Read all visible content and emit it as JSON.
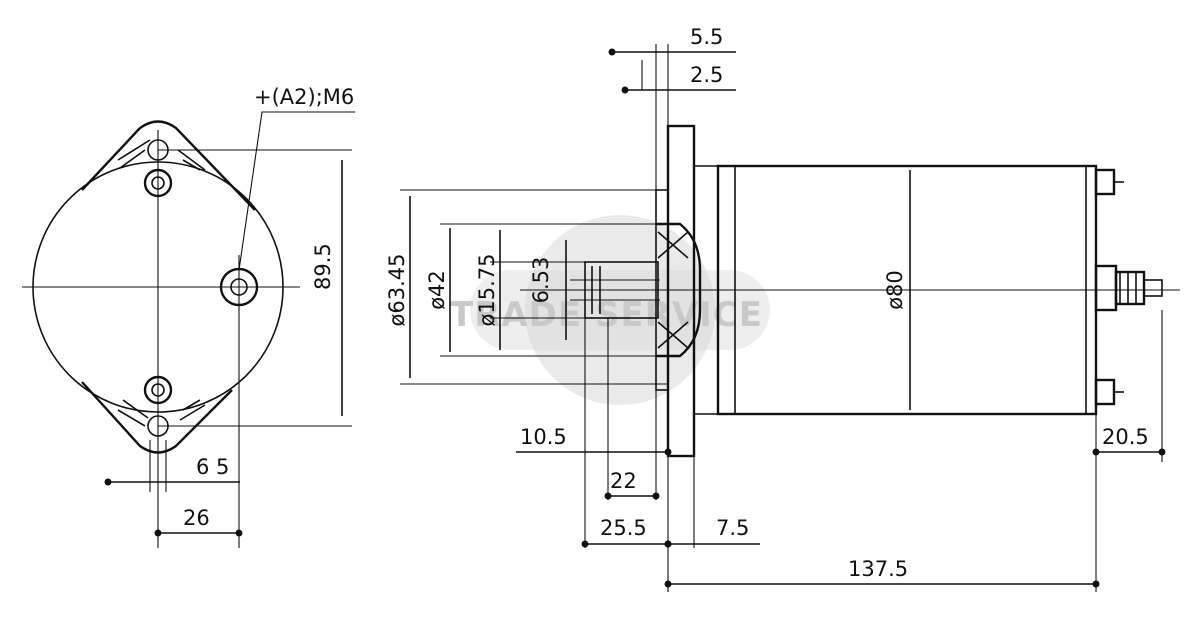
{
  "labels": {
    "terminal": "+(A2);M6",
    "height_89_5": "89.5",
    "dim_6_5": "6 5",
    "dim_26": "26",
    "dim_5_5": "5.5",
    "dim_2_5": "2.5",
    "dia_63_45": "ø63.45",
    "dia_42": "ø42",
    "dia_15_75": "ø15.75",
    "dim_6_53": "6.53",
    "dia_80": "ø80",
    "dim_10_5": "10.5",
    "dim_22": "22",
    "dim_25_5": "25.5",
    "dim_7_5": "7.5",
    "dim_137_5": "137.5",
    "dim_20_5": "20.5"
  },
  "watermark": "TRADE SERVICE",
  "colors": {
    "line": "#111111",
    "watermark": "#d9d9d9",
    "background": "#ffffff"
  }
}
